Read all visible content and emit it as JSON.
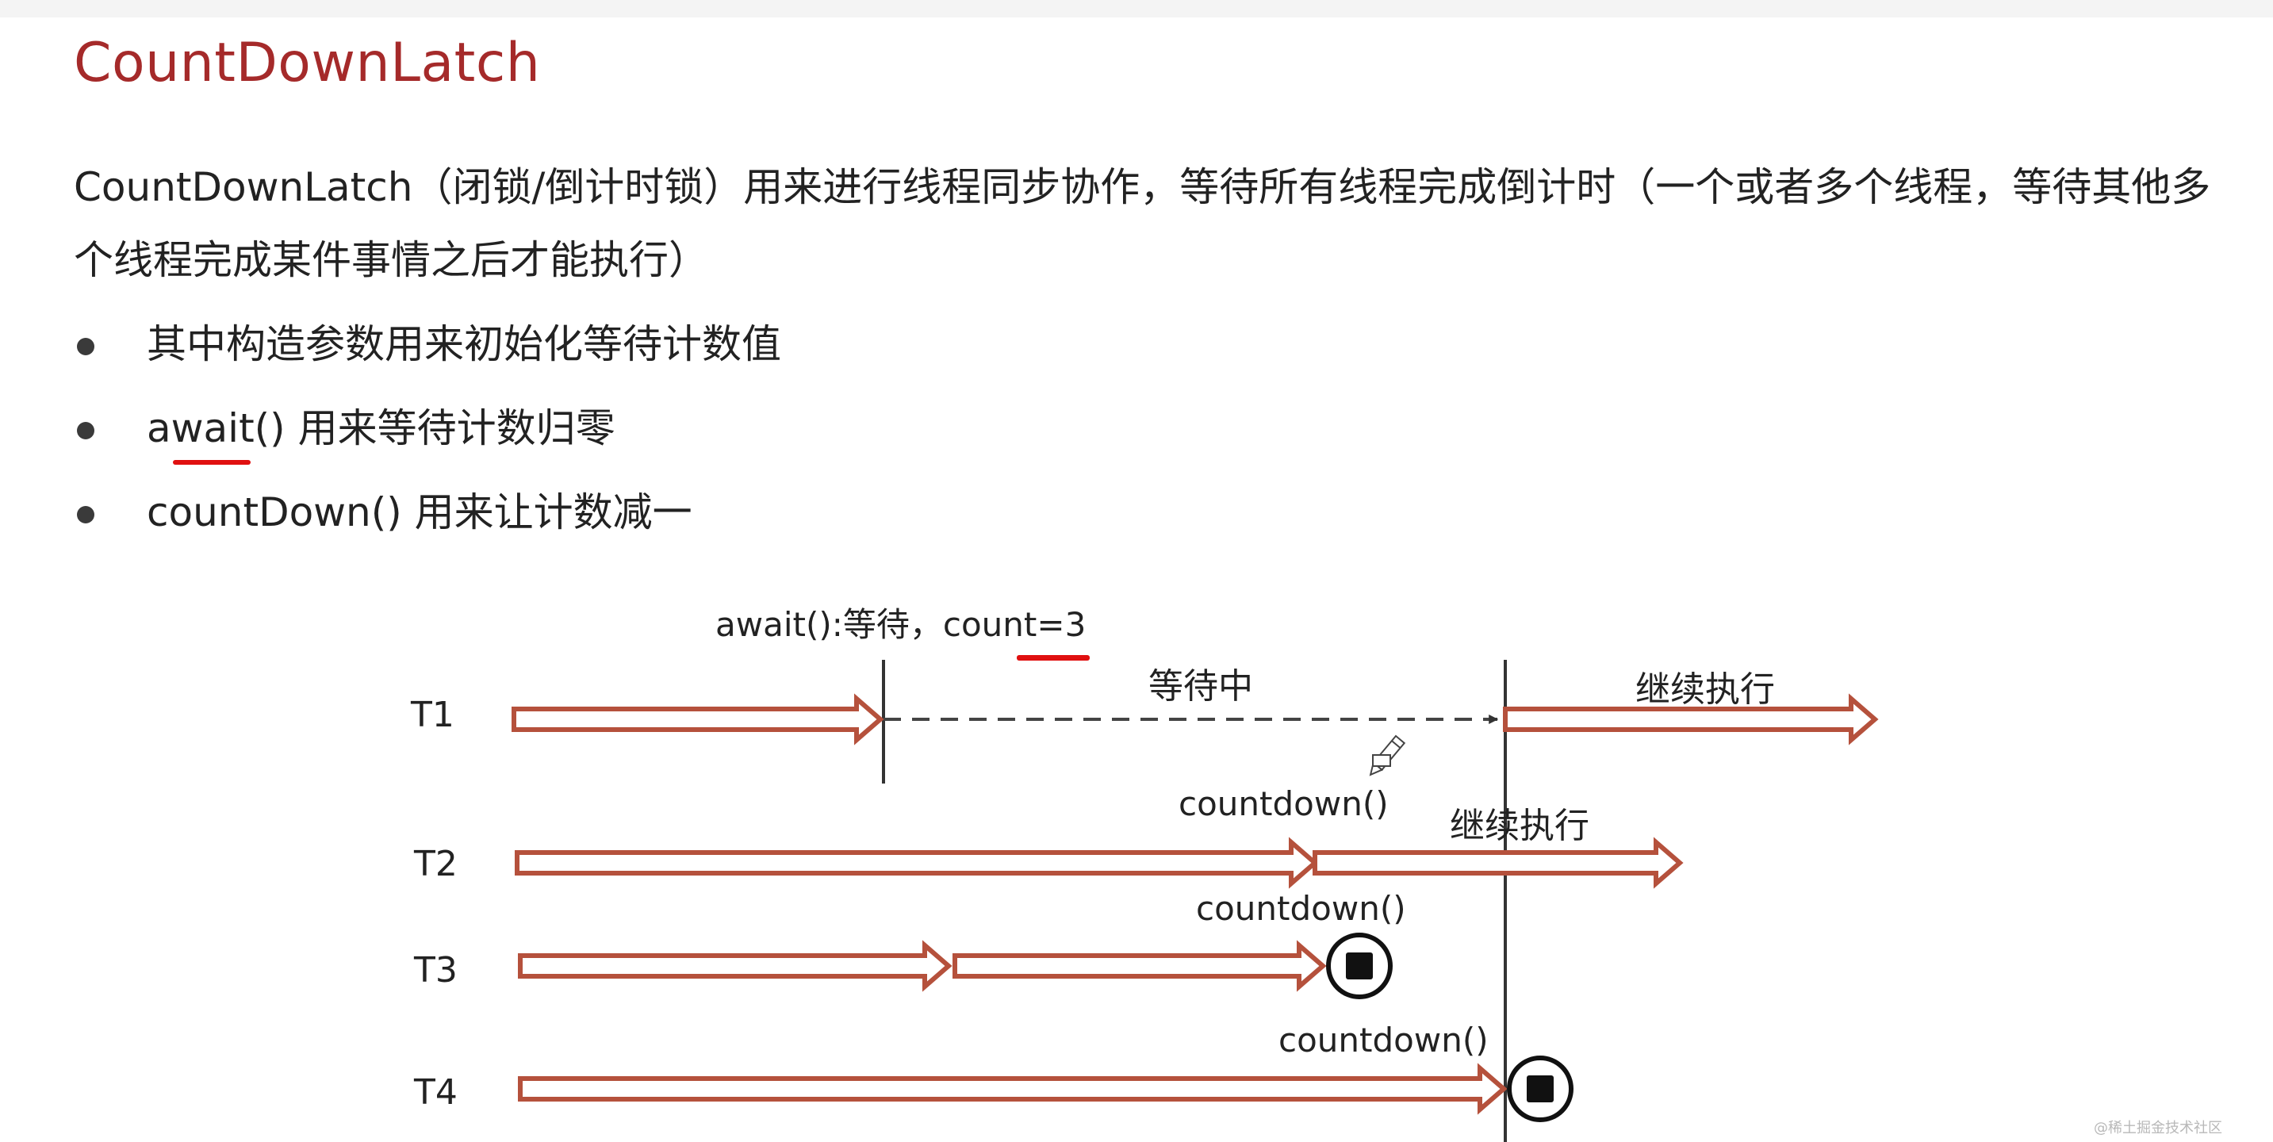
{
  "title": "CountDownLatch",
  "intro": "CountDownLatch（闭锁/倒计时锁）用来进行线程同步协作，等待所有线程完成倒计时（一个或者多个线程，等待其他多个线程完成某件事情之后才能执行）",
  "bullets": [
    {
      "text": "其中构造参数用来初始化等待计数值"
    },
    {
      "text": "await() 用来等待计数归零"
    },
    {
      "text": "countDown() 用来让计数减一"
    }
  ],
  "diagram": {
    "threads": [
      "T1",
      "T2",
      "T3",
      "T4"
    ],
    "await_label": "await():等待，count=3",
    "waiting_label": "等待中",
    "continue_label": "继续执行",
    "countdown_label": "countdown()"
  },
  "colors": {
    "title": "#a52a2a",
    "arrow_stroke": "#b5513c",
    "highlight": "#e01010",
    "line": "#333333"
  },
  "watermark": "@稀土掘金技术社区"
}
